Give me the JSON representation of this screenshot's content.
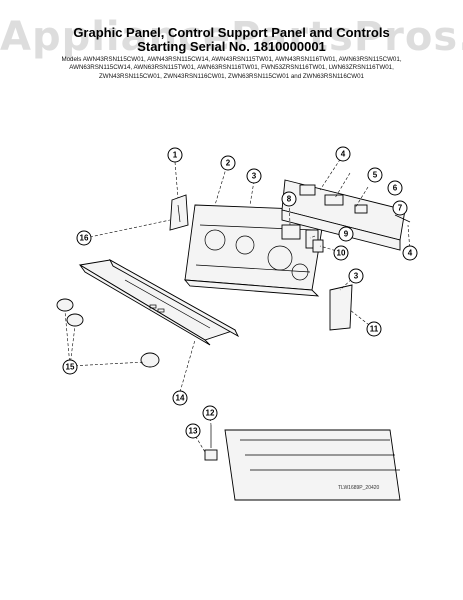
{
  "watermark": "AppliancePartsPros.com",
  "title": {
    "line1": "Graphic Panel, Control Support Panel and Controls",
    "line2": "Starting Serial No. 1810000001"
  },
  "models": [
    "Models AWN43RSN115CW01, AWN43RSN115CW14, AWN43RSN115TW01, AWN43RSN116TW01, AWN63RSN115CW01,",
    "AWN63RSN115CW14, AWN63RSN115TW01, AWN63RSN116TW01, FWN53ZRSN116TW01, LWN63ZRSN116TW01,",
    "ZWN43RSN115CW01, ZWN43RSN116CW01, ZWN63RSN115CW01 and ZWN63RSN116CW01"
  ],
  "figure_code": "TLW1689P_20420",
  "callouts": [
    "1",
    "2",
    "3",
    "4",
    "5",
    "6",
    "7",
    "8",
    "9",
    "10",
    "11",
    "12",
    "13",
    "14",
    "15",
    "16",
    "3",
    "4"
  ]
}
